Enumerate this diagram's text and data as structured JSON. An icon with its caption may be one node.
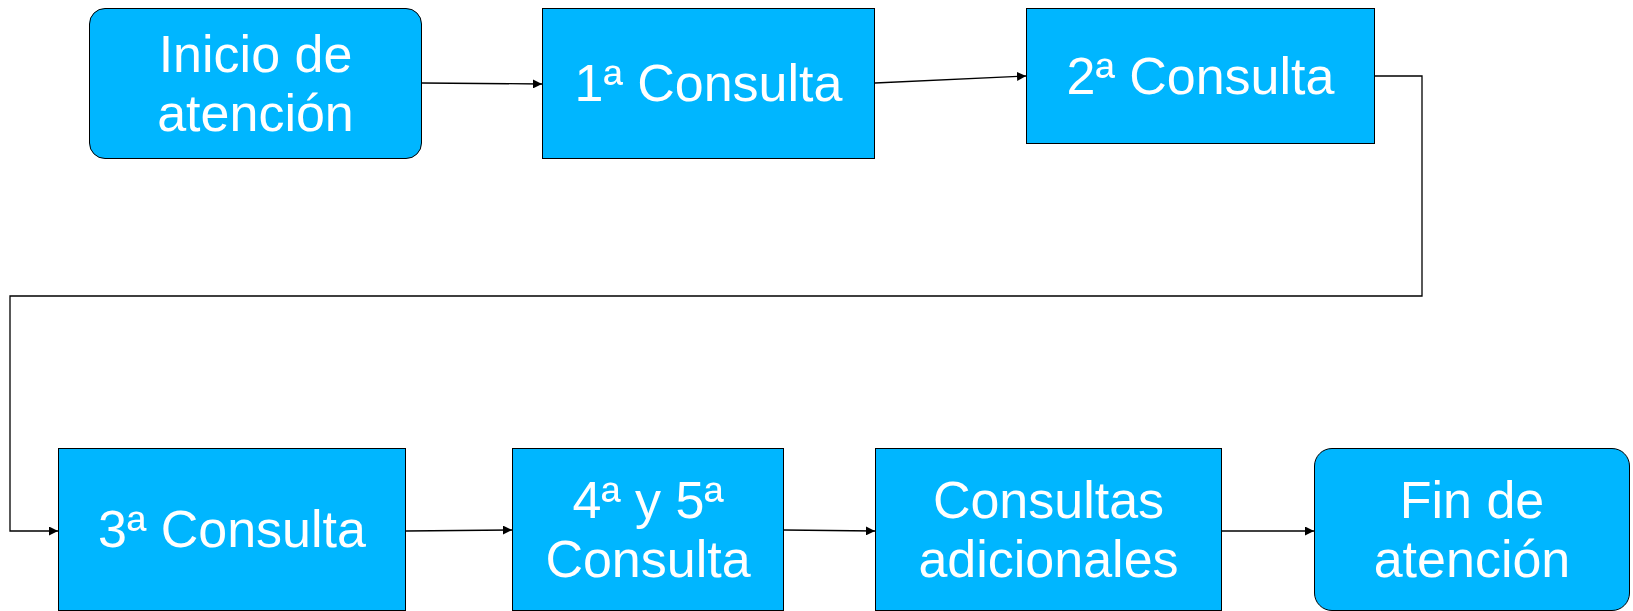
{
  "diagram": {
    "nodes": [
      {
        "text": [
          "Inicio de atención"
        ]
      },
      {
        "text": [
          "1ª Consulta"
        ]
      },
      {
        "text": [
          "2ª Consulta"
        ]
      },
      {
        "text": [
          "3ª Consulta"
        ]
      },
      {
        "text": [
          "4ª y 5ª Consulta"
        ]
      },
      {
        "text": [
          "Consultas adicionales"
        ]
      },
      {
        "text": [
          "Fin de atención"
        ]
      }
    ],
    "edges": [
      {
        "from": 0,
        "to": 1,
        "arrow": "to"
      },
      {
        "from": 1,
        "to": 2,
        "arrow": "to"
      },
      {
        "from": 2,
        "to": 3,
        "arrow": "to"
      },
      {
        "from": 3,
        "to": 4,
        "arrow": "to"
      },
      {
        "from": 4,
        "to": 5,
        "arrow": "to"
      },
      {
        "from": 5,
        "to": 6,
        "arrow": "to"
      }
    ]
  }
}
